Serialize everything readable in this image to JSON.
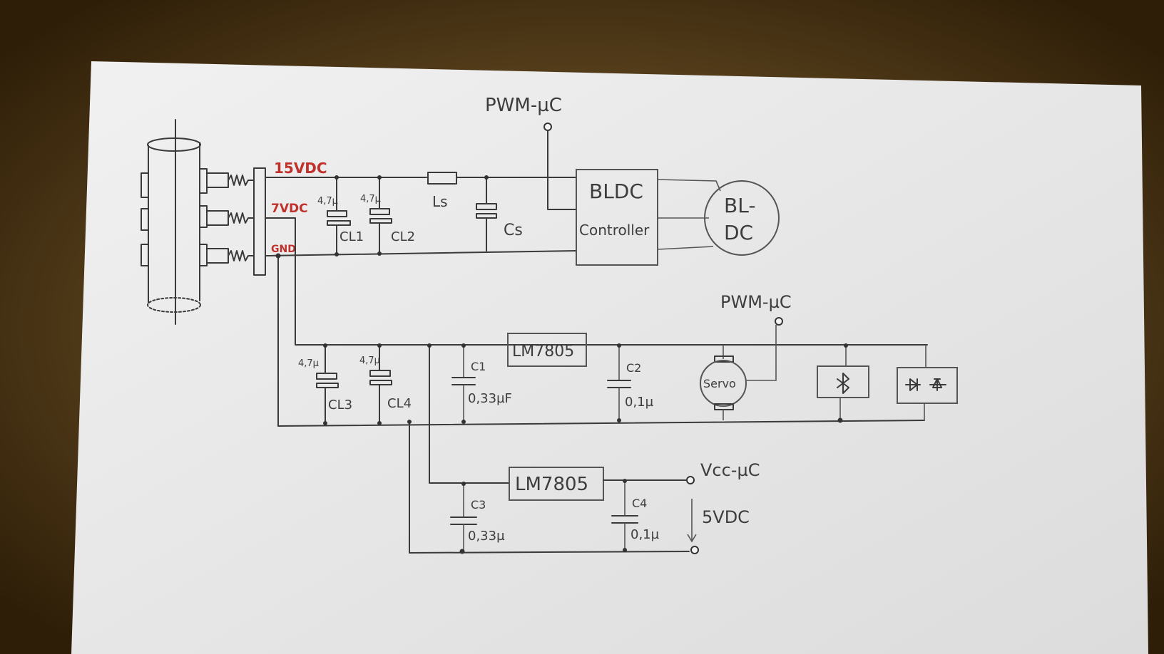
{
  "labels": {
    "pwm_top": "PWM-µC",
    "pwm_mid": "PWM-µC",
    "v15": "15VDC",
    "v7": "7VDC",
    "gnd": "GND",
    "cl1_val": "4,7µ",
    "cl2_val": "4,7µ",
    "cl1": "CL1",
    "cl2": "CL2",
    "ls": "Ls",
    "cs": "Cs",
    "bldc_ctrl_line1": "BLDC",
    "bldc_ctrl_line2": "Controller",
    "motor_line1": "BL-",
    "motor_line2": "DC",
    "reg1": "LM7805",
    "reg2": "LM7805",
    "cl3_val": "4,7µ",
    "cl4_val": "4,7µ",
    "cl3": "CL3",
    "cl4": "CL4",
    "c1": "C1",
    "c1_val": "0,33µF",
    "c2": "C2",
    "c2_val": "0,1µ",
    "servo": "Servo",
    "c3": "C3",
    "c3_val": "0,33µ",
    "c4": "C4",
    "c4_val": "0,1µ",
    "vcc": "Vcc-µC",
    "v5": "5VDC"
  },
  "icons": {
    "bluetooth": "bluetooth-icon",
    "led_module": "led-module-icon"
  },
  "colors": {
    "background": "#6a4b1f",
    "paper": "#ececec",
    "ink": "#3a3a3a",
    "red_ink": "#c0312b"
  }
}
